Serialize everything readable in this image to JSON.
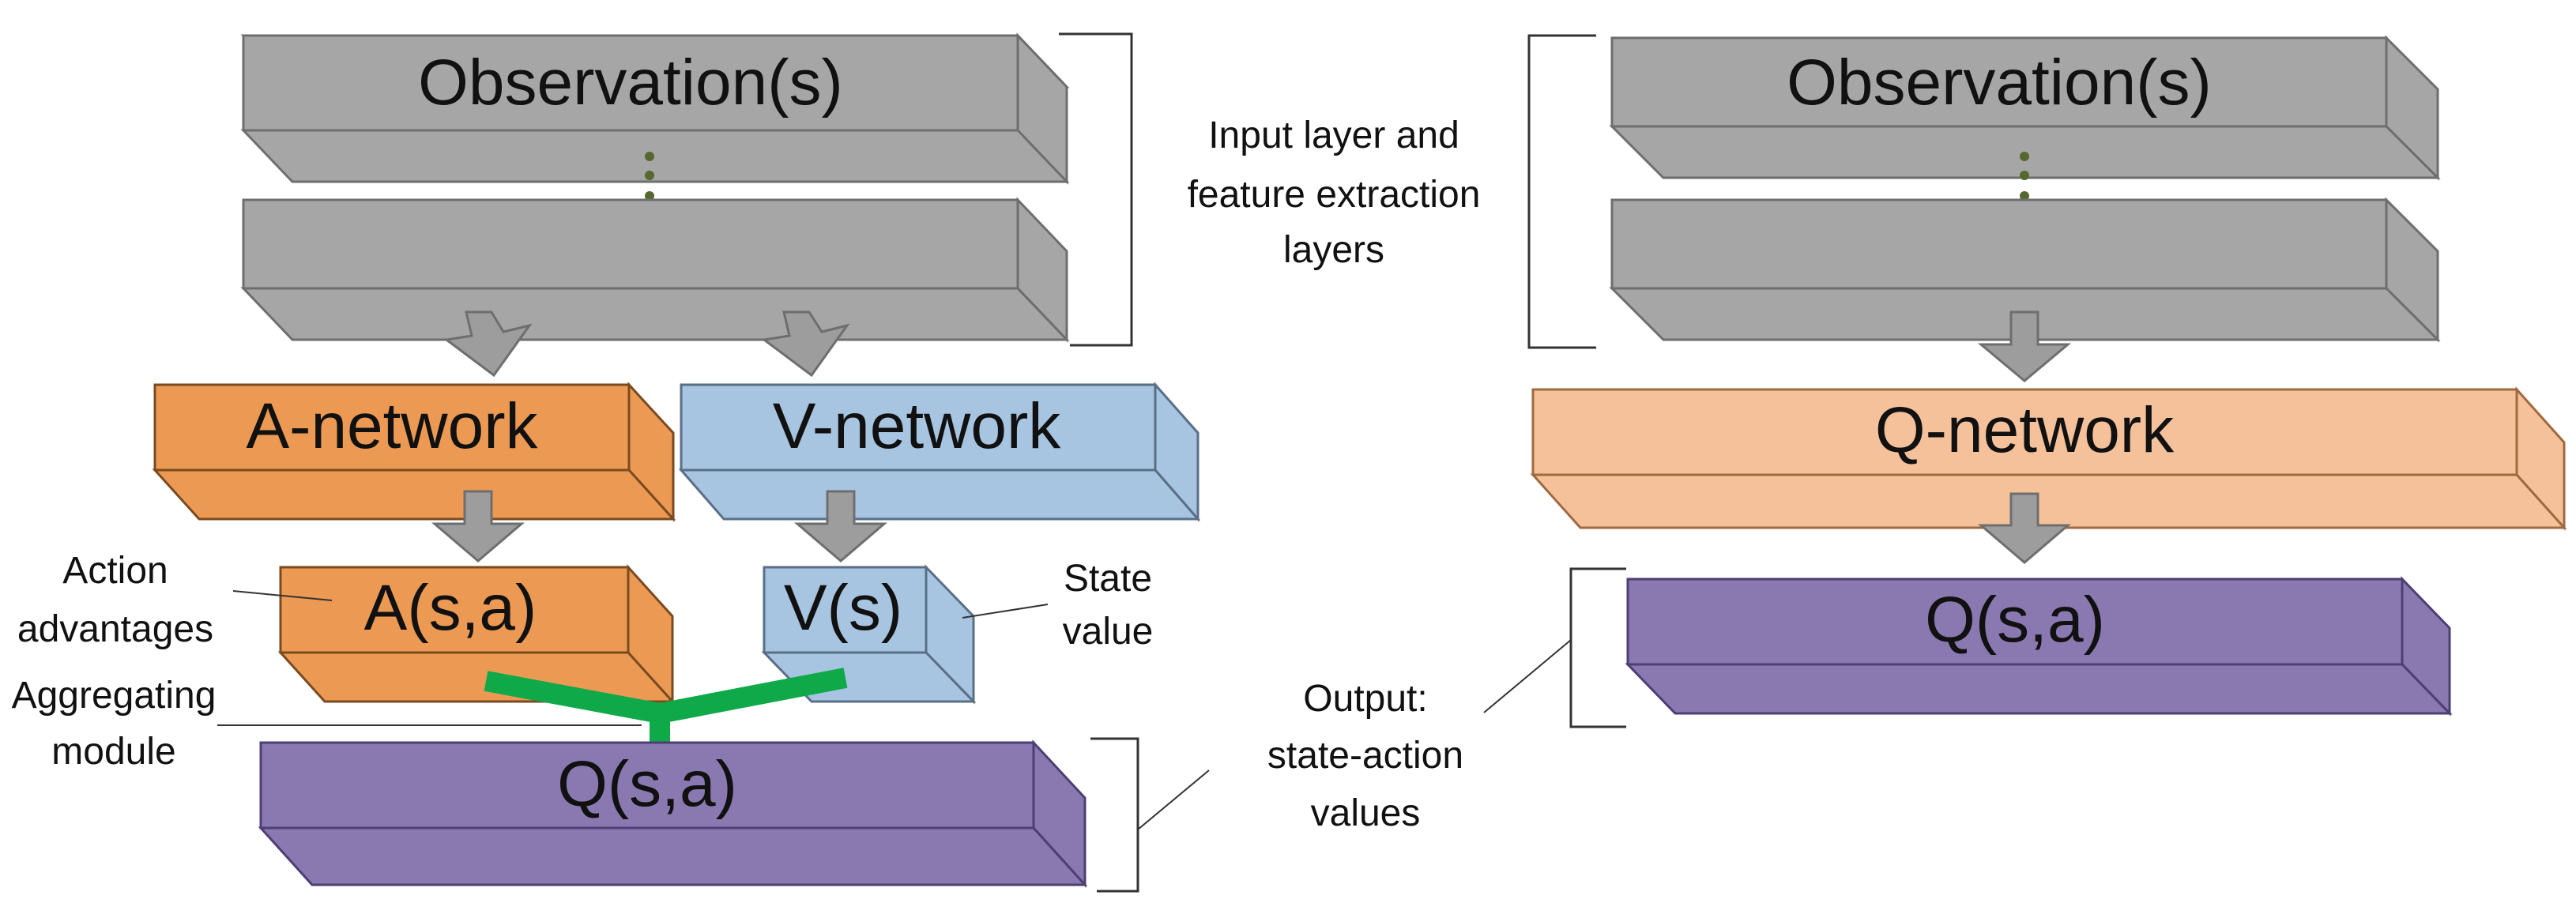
{
  "colors": {
    "gray": "#a6a6a6",
    "orange": "#ec9a53",
    "blue": "#a7c4e0",
    "light_orange": "#f4c19a",
    "purple": "#8a78b0",
    "green": "#10a94a",
    "arrow": "#9d9d9d",
    "dot": "#56682f"
  },
  "dueling": {
    "observation_label": "Observation(s)",
    "a_network_label": "A-network",
    "v_network_label": "V-network",
    "a_output_label": "A(s,a)",
    "v_output_label": "V(s)",
    "q_output_label": "Q(s,a)",
    "note_action_advantages": [
      "Action",
      "advantages"
    ],
    "note_aggregating_module": [
      "Aggregating",
      "module"
    ],
    "note_state_value": [
      "State",
      "value"
    ]
  },
  "middle": {
    "note_input_layers": [
      "Input layer and",
      "feature extraction",
      "layers"
    ],
    "note_output": [
      "Output:",
      "state-action",
      "values"
    ]
  },
  "standard": {
    "observation_label": "Observation(s)",
    "q_network_label": "Q-network",
    "q_output_label": "Q(s,a)"
  }
}
